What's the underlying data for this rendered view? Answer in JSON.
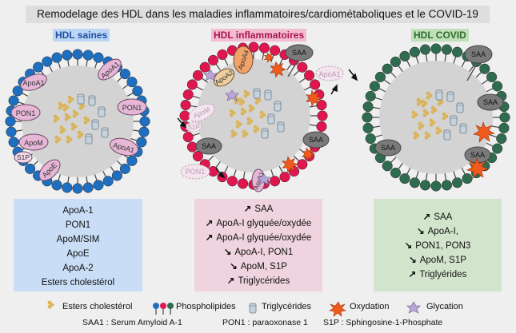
{
  "title": "Remodelage des HDL dans les maladies inflammatoires/cardiométaboliques et le COVID-19",
  "panels": {
    "healthy": "HDL saines",
    "inflammatory": "HDL inflammatoires",
    "covid": "HDL COVID"
  },
  "particle_labels": {
    "healthy": [
      "ApoA1",
      "ApoA1",
      "PON1",
      "PON1",
      "ApoM",
      "S1P",
      "ApoA1",
      "ApoE"
    ],
    "inflammatory": [
      "ApoA4",
      "SAA",
      "ApoA1",
      "ApoA2",
      "ApoM",
      "S1P",
      "SAA",
      "SAA",
      "PON1",
      "ApoA1"
    ],
    "covid": [
      "SAA",
      "SAA",
      "SAA",
      "SAA"
    ]
  },
  "boxes": {
    "healthy": [
      {
        "arrow": "",
        "text": "ApoA-1"
      },
      {
        "arrow": "",
        "text": "PON1"
      },
      {
        "arrow": "",
        "text": "ApoM/SIM"
      },
      {
        "arrow": "",
        "text": "ApoE"
      },
      {
        "arrow": "",
        "text": "ApoA-2"
      },
      {
        "arrow": "",
        "text": "Esters cholestérol"
      }
    ],
    "inflammatory": [
      {
        "arrow": "↗",
        "text": "SAA"
      },
      {
        "arrow": "↗",
        "text": "ApoA-I glyquée/oxydée"
      },
      {
        "arrow": "↗",
        "text": "ApoA-I glyquée/oxydée"
      },
      {
        "arrow": "↘",
        "text": "ApoA-I, PON1"
      },
      {
        "arrow": "↘",
        "text": "ApoM, S1P"
      },
      {
        "arrow": "↗",
        "text": "Triglycérides"
      }
    ],
    "covid": [
      {
        "arrow": "↗",
        "text": "SAA"
      },
      {
        "arrow": "↘",
        "text": "ApoA-I,"
      },
      {
        "arrow": "↘",
        "text": "PON1, PON3"
      },
      {
        "arrow": "↘",
        "text": "ApoM, S1P"
      },
      {
        "arrow": "↗",
        "text": "Triglyérides"
      }
    ]
  },
  "legend": {
    "cholesterol_esters": "Esters cholestérol",
    "phospholipids": "Phospholipides",
    "triglycerides": "Triglycérides",
    "oxidation": "Oxydation",
    "glycation": "Glycation"
  },
  "footer": {
    "saa": "SAA1 : Serum Amyloid A-1",
    "pon": "PON1 : paraoxonase 1",
    "s1p": "S1P : Sphingosine-1-Phosphate"
  },
  "colors": {
    "healthy_head": "#1f6fc0",
    "inflammatory_head": "#e0174f",
    "covid_head": "#2f6b4f",
    "protein": "#e6b6d6",
    "saa": "#7a7a7a",
    "apoa4": "#f0a36a",
    "oxidation": "#f05a1c",
    "glycation": "#b9a4d8"
  }
}
